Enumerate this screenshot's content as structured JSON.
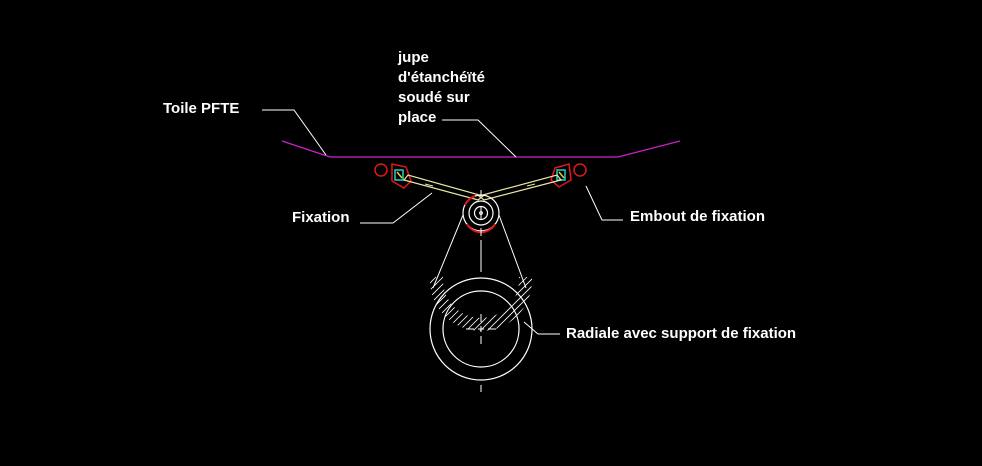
{
  "labels": {
    "toile": "Toile PFTE",
    "jupe": [
      "jupe",
      "d'étanchéïté",
      "soudé sur",
      "place"
    ],
    "fixation": "Fixation",
    "embout": "Embout de fixation",
    "radiale": "Radiale avec support de fixation"
  },
  "colors": {
    "background": "#000000",
    "text": "#ffffff",
    "membrane": "#cc22cc",
    "end_fitting": "#e01818",
    "rod": "#e8e8a0",
    "bolt": "#22cccc",
    "pin": "#e8d020",
    "construction": "#ffffff"
  }
}
